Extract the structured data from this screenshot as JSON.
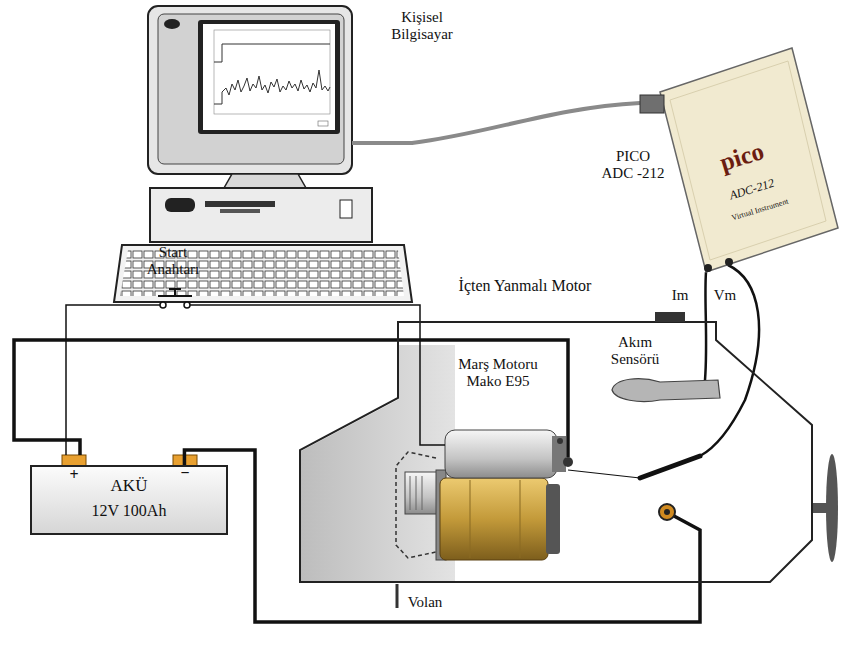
{
  "diagram": {
    "nodes": [
      {
        "text": [
          "Kişisel Bilgisayar"
        ]
      },
      {
        "text": [
          "PICO ADC -212",
          "pico",
          "ADC-212",
          "Virtual Instrument"
        ]
      },
      {
        "text": [
          "İçten Yanmalı Motor"
        ]
      },
      {
        "text": [
          "AKÜ",
          "12V 100Ah"
        ]
      }
    ],
    "edges": [
      {
        "from": 0,
        "to": 1,
        "arrow": "none"
      },
      {
        "from": 3,
        "to": 2,
        "arrow": "none"
      }
    ],
    "labels": [
      "Start Anahtarı",
      "Im",
      "Vm",
      "Akım Sensörü",
      "Marş Motoru Mako E95",
      "+",
      "−",
      "Volan"
    ]
  }
}
